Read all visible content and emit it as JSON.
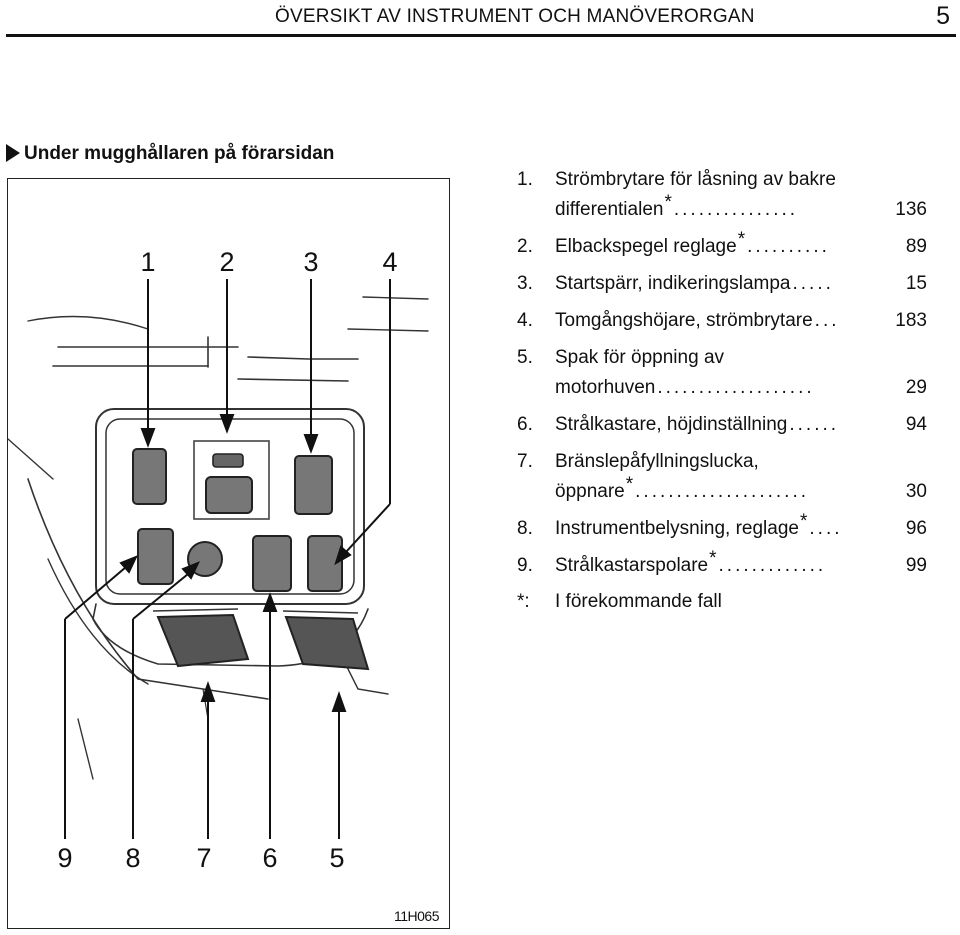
{
  "header": {
    "title": "ÖVERSIKT AV INSTRUMENT OCH MANÖVERORGAN",
    "page_number": "5"
  },
  "section": {
    "heading": "Under mugghållaren på förarsidan"
  },
  "figure": {
    "code": "11H065",
    "callouts": [
      "1",
      "2",
      "3",
      "4",
      "9",
      "8",
      "7",
      "6",
      "5"
    ]
  },
  "legend": {
    "items": [
      {
        "num": "1.",
        "line1": "Strömbrytare för låsning av bakre",
        "text": "differentialen",
        "star": "*",
        "dots": "...............",
        "page": "136"
      },
      {
        "num": "2.",
        "text": "Elbackspegel reglage",
        "star": "*",
        "dots": "..........",
        "page": "89"
      },
      {
        "num": "3.",
        "text": "Startspärr, indikeringslampa",
        "dots": ".....",
        "page": "15"
      },
      {
        "num": "4.",
        "text": "Tomgångshöjare, strömbrytare",
        "dots": "...",
        "page": "183"
      },
      {
        "num": "5.",
        "line1": "Spak för öppning av",
        "text": "motorhuven",
        "dots": "...................",
        "page": "29"
      },
      {
        "num": "6.",
        "text": "Strålkastare, höjdinställning",
        "dots": "......",
        "page": "94"
      },
      {
        "num": "7.",
        "line1": "Bränslepåfyllningslucka,",
        "text": "öppnare",
        "star": "*",
        "dots": ".....................",
        "page": "30"
      },
      {
        "num": "8.",
        "text": "Instrumentbelysning, reglage",
        "star": "*",
        "dots": "....",
        "page": "96"
      },
      {
        "num": "9.",
        "text": "Strålkastarspolare",
        "star": "*",
        "dots": ".............",
        "page": "99"
      }
    ],
    "note": {
      "marker": "*:",
      "text": "I förekommande fall"
    }
  }
}
